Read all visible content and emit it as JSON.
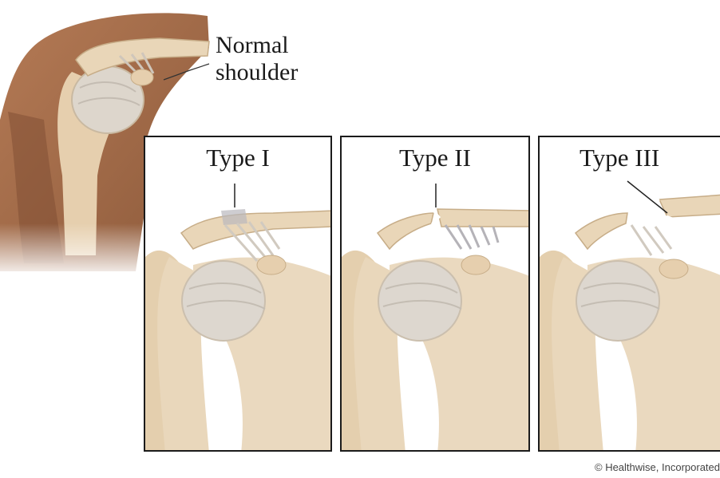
{
  "normal_label": {
    "line1": "Normal",
    "line2": "shoulder"
  },
  "panels": [
    {
      "title": "Type I"
    },
    {
      "title": "Type II"
    },
    {
      "title": "Type III"
    }
  ],
  "credit": "© Healthwise, Incorporated",
  "colors": {
    "skin_dark": "#a06a4a",
    "bone": "#e6d2b5",
    "cartilage": "#d7d4cf",
    "border": "#1b1b1b"
  }
}
